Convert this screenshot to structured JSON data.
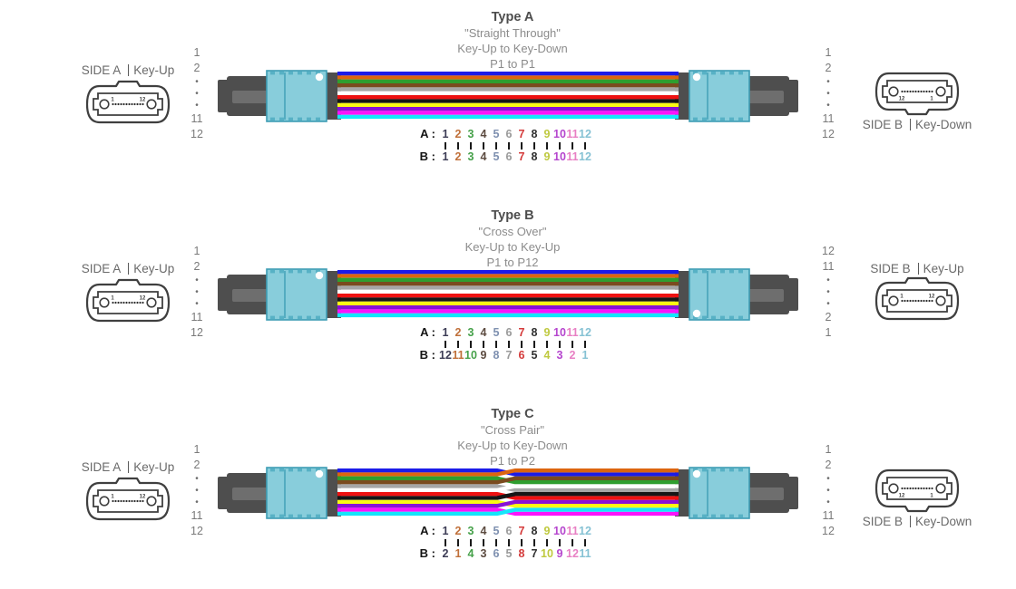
{
  "palette": {
    "fiber_colors": [
      "#1B1BE8",
      "#DD650F",
      "#2F9E2F",
      "#7A4B1E",
      "#A6A6A6",
      "#FFFFFF",
      "#EE1111",
      "#161616",
      "#FAFA14",
      "#8812D6",
      "#FA14FA",
      "#14E6FA"
    ],
    "digit_colors": [
      "#3C3C55",
      "#C0703A",
      "#46A14A",
      "#5C4B40",
      "#7E90B0",
      "#9A9A9A",
      "#D43A3A",
      "#303030",
      "#BFC93F",
      "#B545CE",
      "#E880C4",
      "#86C2D4"
    ],
    "connector_housing_aqua": "#88CDDB",
    "connector_housing_edge": "#3E9DB4",
    "connector_teeth": "#57B1C5",
    "boot_gray": "#4E4E4E",
    "boot_band_gray": "#6E6E6E",
    "title_color": "#4D4D4D",
    "subtitle_color": "#8C8C8C",
    "side_label_color": "#6A6A6A",
    "position_number_color": "#7A7A7A"
  },
  "sections": [
    {
      "title": "Type A",
      "subtitle": "\"Straight Through\"",
      "key_line": "Key-Up to Key-Down",
      "port_line": "P1 to P1",
      "left_connector": {
        "side": "SIDE A",
        "key": "Key-Up",
        "key_position": "up",
        "pin_left": "1",
        "pin_right": "12"
      },
      "right_connector": {
        "side": "SIDE B",
        "key": "Key-Down",
        "key_position": "down",
        "pin_left": "12",
        "pin_right": "1",
        "dot": "top"
      },
      "left_positions": [
        "1",
        "2",
        "•",
        "•",
        "•",
        "11",
        "12"
      ],
      "right_positions": [
        "1",
        "2",
        "•",
        "•",
        "•",
        "11",
        "12"
      ],
      "cable_style": "straight",
      "right_fiber_order": [
        1,
        2,
        3,
        4,
        5,
        6,
        7,
        8,
        9,
        10,
        11,
        12
      ],
      "mapping": {
        "a_label": "A :",
        "b_label": "B :",
        "a": [
          "1",
          "2",
          "3",
          "4",
          "5",
          "6",
          "7",
          "8",
          "9",
          "10",
          "11",
          "12"
        ],
        "b": [
          "1",
          "2",
          "3",
          "4",
          "5",
          "6",
          "7",
          "8",
          "9",
          "10",
          "11",
          "12"
        ]
      }
    },
    {
      "title": "Type B",
      "subtitle": "\"Cross Over\"",
      "key_line": "Key-Up to Key-Up",
      "port_line": "P1 to P12",
      "left_connector": {
        "side": "SIDE A",
        "key": "Key-Up",
        "key_position": "up",
        "pin_left": "1",
        "pin_right": "12"
      },
      "right_connector": {
        "side": "SIDE B",
        "key": "Key-Up",
        "key_position": "up",
        "pin_left": "1",
        "pin_right": "12",
        "dot": "bottom"
      },
      "left_positions": [
        "1",
        "2",
        "•",
        "•",
        "•",
        "11",
        "12"
      ],
      "right_positions": [
        "12",
        "11",
        "•",
        "•",
        "•",
        "2",
        "1"
      ],
      "cable_style": "straight",
      "right_fiber_order": [
        1,
        2,
        3,
        4,
        5,
        6,
        7,
        8,
        9,
        10,
        11,
        12
      ],
      "mapping": {
        "a_label": "A :",
        "b_label": "B :",
        "a": [
          "1",
          "2",
          "3",
          "4",
          "5",
          "6",
          "7",
          "8",
          "9",
          "10",
          "11",
          "12"
        ],
        "b": [
          "12",
          "11",
          "10",
          "9",
          "8",
          "7",
          "6",
          "5",
          "4",
          "3",
          "2",
          "1"
        ]
      }
    },
    {
      "title": "Type C",
      "subtitle": "\"Cross Pair\"",
      "key_line": "Key-Up to Key-Down",
      "port_line": "P1 to P2",
      "left_connector": {
        "side": "SIDE A",
        "key": "Key-Up",
        "key_position": "up",
        "pin_left": "1",
        "pin_right": "12"
      },
      "right_connector": {
        "side": "SIDE B",
        "key": "Key-Down",
        "key_position": "down",
        "pin_left": "12",
        "pin_right": "1",
        "dot": "top"
      },
      "left_positions": [
        "1",
        "2",
        "•",
        "•",
        "•",
        "11",
        "12"
      ],
      "right_positions": [
        "1",
        "2",
        "•",
        "•",
        "•",
        "11",
        "12"
      ],
      "cable_style": "pair_swap",
      "right_fiber_order": [
        2,
        1,
        4,
        3,
        6,
        5,
        8,
        7,
        10,
        9,
        12,
        11
      ],
      "mapping": {
        "a_label": "A :",
        "b_label": "B :",
        "a": [
          "1",
          "2",
          "3",
          "4",
          "5",
          "6",
          "7",
          "8",
          "9",
          "10",
          "11",
          "12"
        ],
        "b": [
          "2",
          "1",
          "4",
          "3",
          "6",
          "5",
          "8",
          "7",
          "10",
          "9",
          "12",
          "11"
        ]
      }
    }
  ]
}
